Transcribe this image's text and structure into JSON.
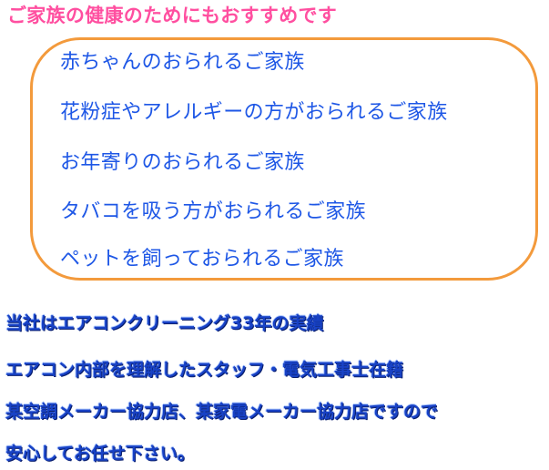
{
  "heading": "ご家族の健康のためにもおすすめです",
  "families": [
    "赤ちゃんのおられるご家族",
    "花粉症やアレルギーの方がおられるご家族",
    "お年寄りのおられるご家族",
    "タバコを吸う方がおられるご家族",
    "ペットを飼っておられるご家族"
  ],
  "claims": [
    "当社はエアコンクリーニング33年の実績",
    "エアコン内部を理解したスタッフ・電気工事士在籍",
    "某空調メーカー協力店、某家電メーカー協力店ですので",
    "安心してお任せ下さい。"
  ],
  "colors": {
    "heading": "#ff4fa0",
    "list_text": "#1e57e6",
    "box_border": "#f39a3c",
    "claims_text": "#1842c6"
  }
}
